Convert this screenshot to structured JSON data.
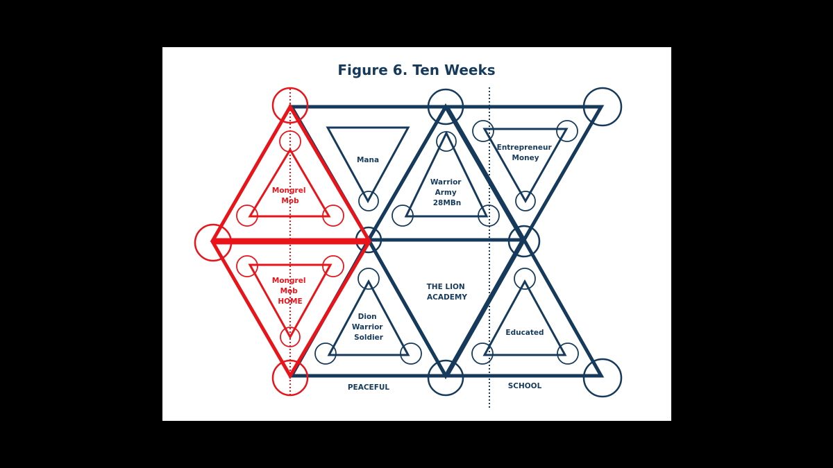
{
  "title": "Figure 6. Ten Weeks",
  "colors": {
    "red": "#e8141a",
    "navy": "#163a5b",
    "background": "#ffffff",
    "surround": "#000000"
  },
  "labels": {
    "mana": [
      "Mana"
    ],
    "warrior_army": [
      "Warrior",
      "Army",
      "28MBn"
    ],
    "entrepreneur": [
      "Entrepreneur",
      "Money"
    ],
    "mongrel_mob": [
      "Mongrel",
      "Mob"
    ],
    "mongrel_mob_home": [
      "Mongrel",
      "Mob",
      "HOME"
    ],
    "lion_academy": [
      "THE LION",
      "ACADEMY"
    ],
    "dion": [
      "Dion",
      "Warrior",
      "Soldier"
    ],
    "educated": [
      "Educated"
    ],
    "peaceful": [
      "PEACEFUL"
    ],
    "school": [
      "SCHOOL"
    ]
  }
}
